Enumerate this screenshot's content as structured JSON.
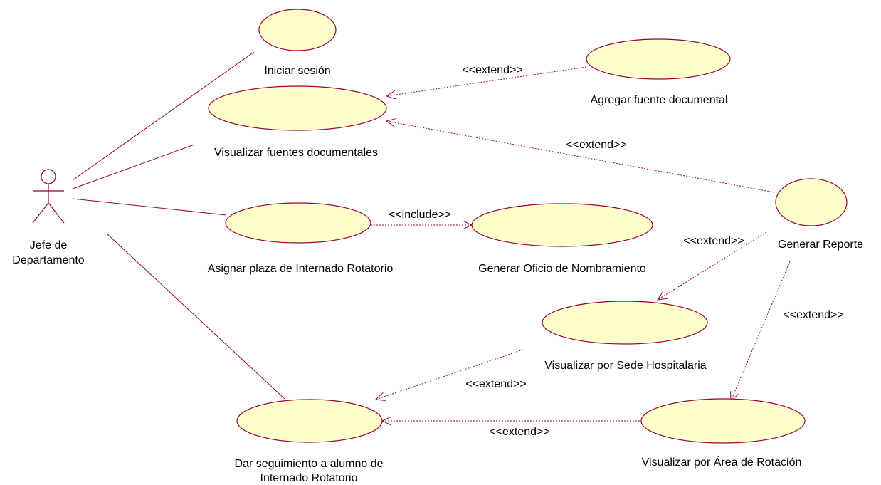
{
  "actor": {
    "label_line1": "Jefe de",
    "label_line2": "Departamento"
  },
  "use_cases": {
    "login": "Iniciar sesión",
    "view_sources": "Visualizar fuentes documentales",
    "add_source": "Agregar fuente documental",
    "report": "Generar Reporte",
    "assign": "Asignar plaza de Internado Rotatorio",
    "office": "Generar Oficio de Nombramiento",
    "by_site": "Visualizar por Sede Hospitalaria",
    "by_area": "Visualizar por Área de Rotación",
    "follow_line1": "Dar seguimiento a alumno de",
    "follow_line2": "Internado Rotatorio"
  },
  "relations": {
    "add_source_extend": "<<extend>>",
    "report_extend_view": "<<extend>>",
    "assign_include": "<<include>>",
    "site_extend_report": "<<extend>>",
    "area_extend_report": "<<extend>>",
    "site_extend_follow": "<<extend>>",
    "area_extend_follow": "<<extend>>"
  },
  "colors": {
    "line": "#990033",
    "use_case_fill": "#ffffcc"
  }
}
